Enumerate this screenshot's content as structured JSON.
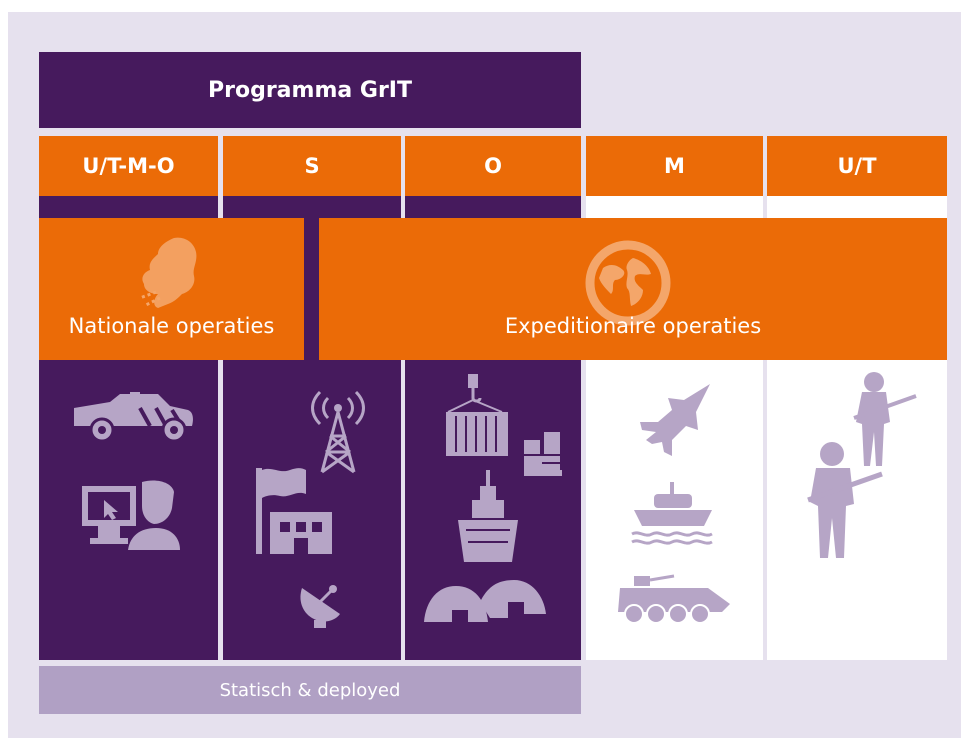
{
  "header": {
    "title": "Programma GrIT"
  },
  "columns": [
    {
      "label": "U/T-M-O"
    },
    {
      "label": "S"
    },
    {
      "label": "O"
    },
    {
      "label": "M"
    },
    {
      "label": "U/T"
    }
  ],
  "operations": {
    "national": "Nationale operaties",
    "expeditionary": "Expeditionaire operaties"
  },
  "footer": {
    "label": "Statisch & deployed"
  },
  "colors": {
    "background": "#e6e1ee",
    "purple": "#461a5d",
    "orange": "#eb6b07",
    "icon": "#b6a5c6",
    "footer": "#b0a0c4"
  },
  "icons": [
    "netherlands-map-icon",
    "globe-icon",
    "police-vehicle-icon",
    "operator-at-computer-icon",
    "radio-tower-icon",
    "flag-building-icon",
    "satellite-dish-icon",
    "container-crane-icon",
    "pallet-boxes-icon",
    "navy-ship-icon",
    "field-tents-icon",
    "fighter-jet-icon",
    "boat-icon",
    "armored-vehicle-icon",
    "soldier-icon"
  ]
}
